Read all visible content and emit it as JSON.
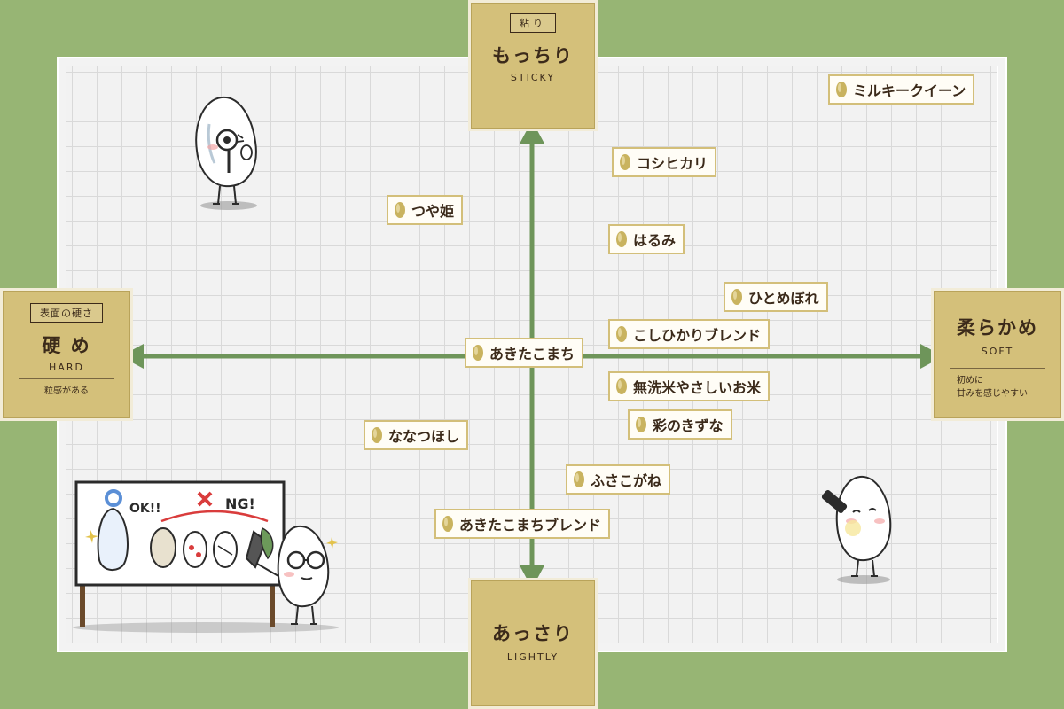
{
  "axes": {
    "top": {
      "tag": "粘り",
      "main": "もっちり",
      "eng": "STICKY"
    },
    "bottom": {
      "main": "あっさり",
      "eng": "LIGHTLY"
    },
    "left": {
      "tag": "表面の硬さ",
      "main": "硬 め",
      "eng": "HARD",
      "desc": "粒感がある"
    },
    "right": {
      "main": "柔らかめ",
      "eng": "SOFT",
      "desc_line1": "初めに",
      "desc_line2": "甘みを感じやすい"
    }
  },
  "varieties": [
    {
      "name": "ミルキークイーン"
    },
    {
      "name": "コシヒカリ"
    },
    {
      "name": "つや姫"
    },
    {
      "name": "はるみ"
    },
    {
      "name": "ひとめぼれ"
    },
    {
      "name": "こしひかりブレンド"
    },
    {
      "name": "あきたこまち"
    },
    {
      "name": "無洗米やさしいお米"
    },
    {
      "name": "彩のきずな"
    },
    {
      "name": "ななつほし"
    },
    {
      "name": "ふさこがね"
    },
    {
      "name": "あきたこまちブレンド"
    }
  ],
  "board_sign": {
    "ok": "OK!!",
    "ng": "NG!"
  },
  "colors": {
    "background": "#97b574",
    "axis": "#6e955a",
    "gold": "#d4c07a",
    "text": "#3b2a1a"
  }
}
